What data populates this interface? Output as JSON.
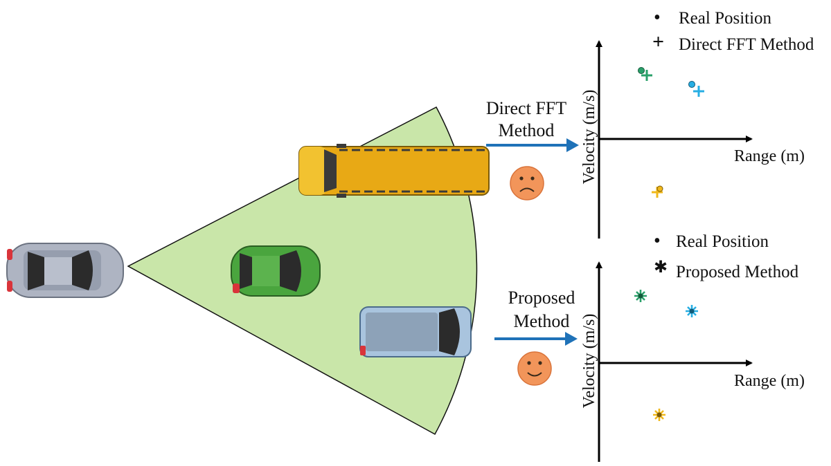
{
  "top_method": {
    "line1": "Direct FFT",
    "line2": "Method",
    "mood": "sad"
  },
  "bottom_method": {
    "line1": "Proposed",
    "line2": "Method",
    "mood": "happy"
  },
  "top_plot": {
    "ylabel": "Velocity (m/s)",
    "xlabel": "Range (m)",
    "legend": {
      "real_symbol": "•",
      "real_label": "Real Position",
      "method_symbol": "+",
      "method_label": "Direct FFT Method"
    }
  },
  "bottom_plot": {
    "ylabel": "Velocity (m/s)",
    "xlabel": "Range (m)",
    "legend": {
      "real_symbol": "•",
      "real_label": "Real Position",
      "method_symbol": "✱",
      "method_label": "Proposed Method"
    }
  },
  "colors": {
    "detection_zone": "#c9e6a9",
    "arrow": "#1f72b8",
    "face": "#f2955a",
    "target_green": "#2aa06a",
    "target_cyan": "#27aee3",
    "target_yellow": "#f0b81a",
    "bus": "#e8a915",
    "sedan_ego": "#aeb4c2",
    "hatchback": "#4aa53e",
    "van": "#a9c4de"
  }
}
